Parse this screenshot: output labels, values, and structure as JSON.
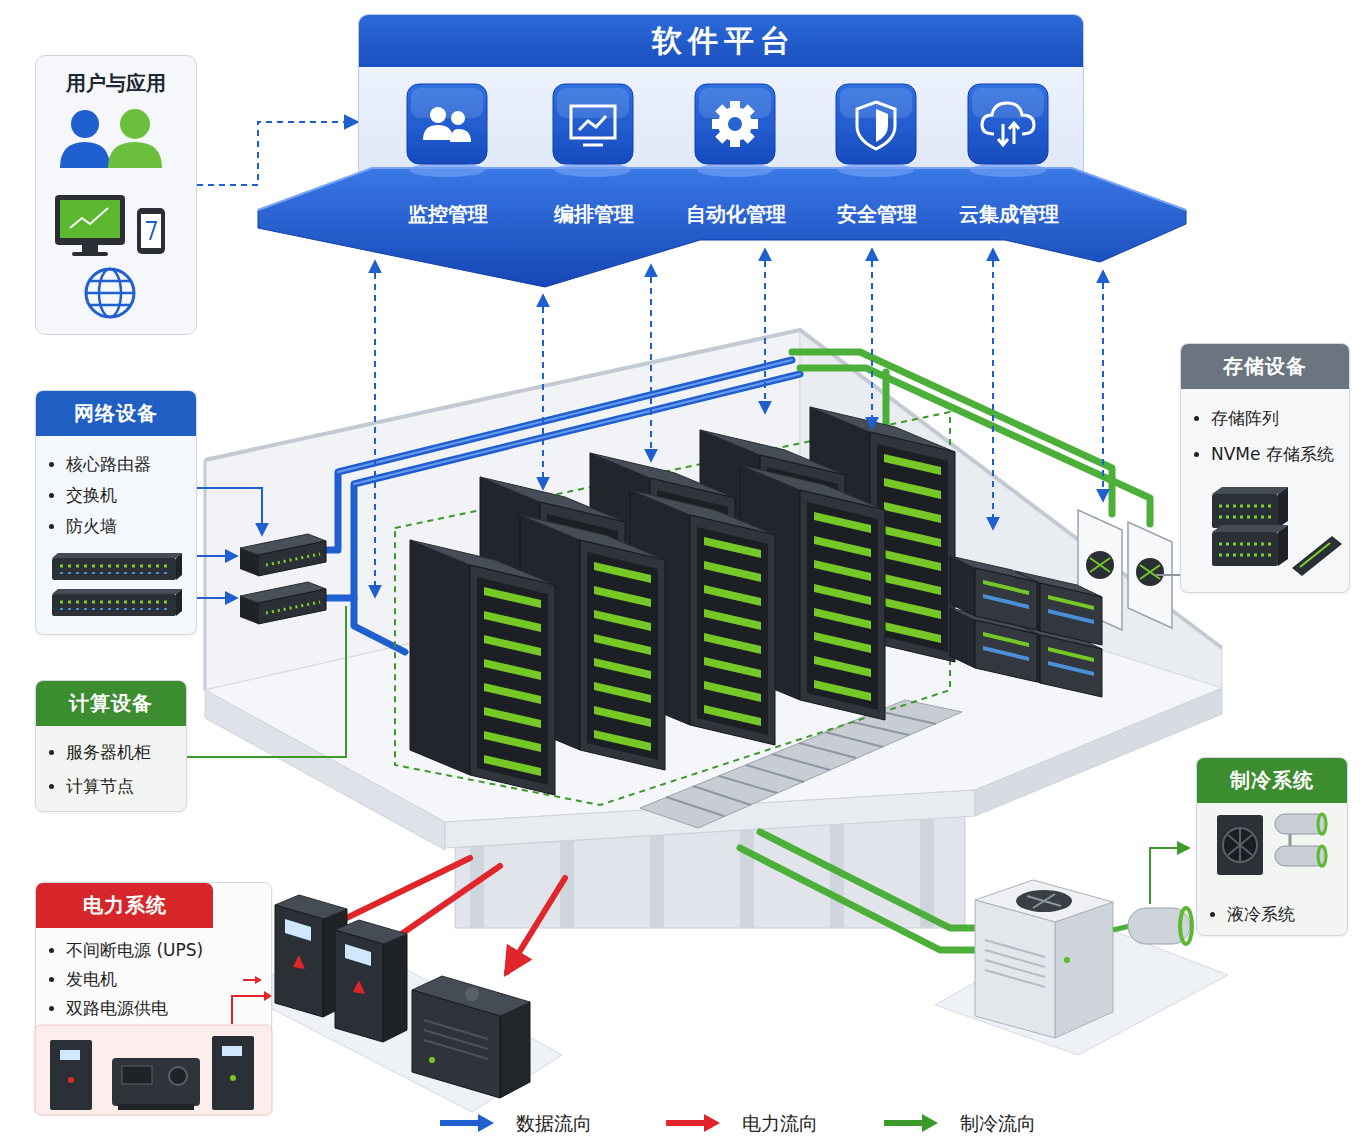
{
  "diagram": {
    "nodes": [
      {
        "text": [
          "用户与应用"
        ]
      },
      {
        "text": [
          "软件平台"
        ]
      },
      {
        "text": [
          "监控管理"
        ],
        "in": 1
      },
      {
        "text": [
          "编排管理"
        ],
        "in": 1
      },
      {
        "text": [
          "自动化管理"
        ],
        "in": 1
      },
      {
        "text": [
          "安全管理"
        ],
        "in": 1
      },
      {
        "text": [
          "云集成管理"
        ],
        "in": 1
      },
      {
        "text": [
          "存储设备",
          "存储阵列",
          "NVMe 存储系统"
        ]
      },
      {
        "text": [
          "网络设备",
          "核心路由器",
          "交换机",
          "防火墙"
        ]
      },
      {
        "text": [
          "计算设备",
          "服务器机柜",
          "计算节点"
        ]
      },
      {
        "text": [
          "制冷系统",
          "液冷系统"
        ]
      },
      {
        "text": [
          "电力系统",
          "不间断电源 (UPS)",
          "发电机",
          "双路电源供电"
        ]
      }
    ],
    "edges": [
      {
        "from": 0,
        "to": 1,
        "arrow": "to"
      }
    ],
    "legend": [
      {
        "text": "数据流向"
      },
      {
        "text": "电力流向"
      },
      {
        "text": "制冷流向"
      }
    ]
  }
}
